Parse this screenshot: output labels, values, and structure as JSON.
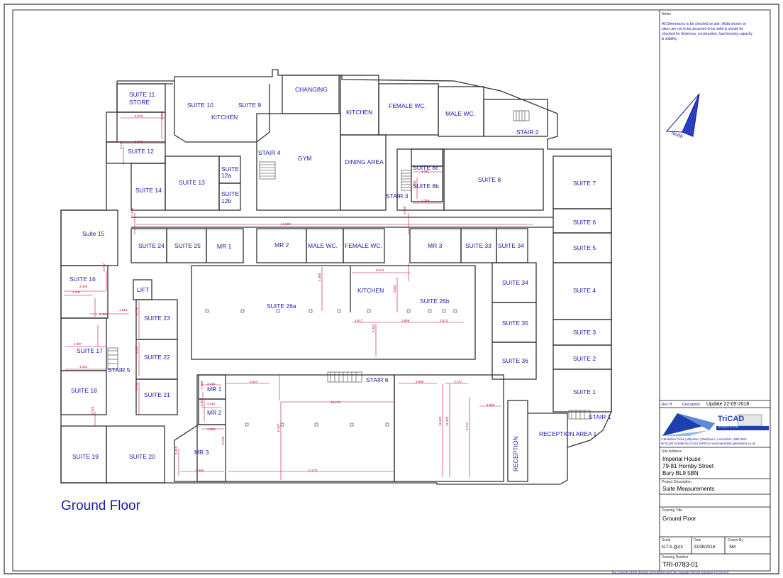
{
  "drawing": {
    "floor_label": "Ground Floor",
    "north_label": "North",
    "rooms": [
      {
        "id": "suite-11",
        "text": "SUITE 11"
      },
      {
        "id": "store",
        "text": "STORE"
      },
      {
        "id": "suite-10",
        "text": "SUITE 10"
      },
      {
        "id": "suite-9",
        "text": "SUITE 9"
      },
      {
        "id": "kitchen-a",
        "text": "KITCHEN"
      },
      {
        "id": "changing",
        "text": "CHANGING"
      },
      {
        "id": "kitchen-b",
        "text": "KITCHEN"
      },
      {
        "id": "female-wc-a",
        "text": "FEMALE WC."
      },
      {
        "id": "male-wc-a",
        "text": "MALE WC."
      },
      {
        "id": "stair-2",
        "text": "STAIR 2"
      },
      {
        "id": "suite-12",
        "text": "SUITE 12"
      },
      {
        "id": "stair-4",
        "text": "STAIR 4"
      },
      {
        "id": "gym",
        "text": "GYM"
      },
      {
        "id": "dining",
        "text": "DINING AREA"
      },
      {
        "id": "suite-8c",
        "text": "SUITE 8c"
      },
      {
        "id": "suite-8",
        "text": "SUITE 8"
      },
      {
        "id": "suite-12a-1",
        "text": "SUITE"
      },
      {
        "id": "suite-12a-2",
        "text": "12a"
      },
      {
        "id": "suite-13",
        "text": "SUITE 13"
      },
      {
        "id": "suite-14",
        "text": "SUITE 14"
      },
      {
        "id": "suite-8b",
        "text": "SUITE 8b"
      },
      {
        "id": "stair-3",
        "text": "STAIR 3"
      },
      {
        "id": "suite-12b-1",
        "text": "SUITE"
      },
      {
        "id": "suite-12b-2",
        "text": "12b"
      },
      {
        "id": "suite-7",
        "text": "SUITE 7"
      },
      {
        "id": "suite-15",
        "text": "Suite 15"
      },
      {
        "id": "suite-6",
        "text": "SUITE 6"
      },
      {
        "id": "suite-24",
        "text": "SUITE 24"
      },
      {
        "id": "suite-25",
        "text": "SUITE 25"
      },
      {
        "id": "mr-1",
        "text": "MR 1"
      },
      {
        "id": "mr-2",
        "text": "MR 2"
      },
      {
        "id": "male-wc-b",
        "text": "MALE WC."
      },
      {
        "id": "female-wc-b",
        "text": "FEMALE WC."
      },
      {
        "id": "mr-3-top",
        "text": "MR 3"
      },
      {
        "id": "suite-33",
        "text": "SUITE 33"
      },
      {
        "id": "suite-34-top",
        "text": "SUITE 34"
      },
      {
        "id": "suite-5",
        "text": "SUITE 5"
      },
      {
        "id": "suite-16",
        "text": "SUITE 16"
      },
      {
        "id": "suite-34",
        "text": "SUITE 34"
      },
      {
        "id": "lift",
        "text": "LIFT"
      },
      {
        "id": "kitchen-c",
        "text": "KITCHEN"
      },
      {
        "id": "suite-4",
        "text": "SUITE 4"
      },
      {
        "id": "suite-26b",
        "text": "SUITE 26b"
      },
      {
        "id": "suite-26a",
        "text": "SUITE 26a"
      },
      {
        "id": "suite-23",
        "text": "SUITE 23"
      },
      {
        "id": "suite-35",
        "text": "SUITE 35"
      },
      {
        "id": "suite-3",
        "text": "SUITE 3"
      },
      {
        "id": "suite-17",
        "text": "SUITE 17"
      },
      {
        "id": "suite-22",
        "text": "SUITE 22"
      },
      {
        "id": "suite-36",
        "text": "SUITE 36"
      },
      {
        "id": "suite-2",
        "text": "SUITE 2"
      },
      {
        "id": "stair-5",
        "text": "STAIR 5"
      },
      {
        "id": "stair-6",
        "text": "STAIR 6"
      },
      {
        "id": "suite-18",
        "text": "SUITE 18"
      },
      {
        "id": "mr-1b",
        "text": "MR 1"
      },
      {
        "id": "suite-21",
        "text": "SUITE 21"
      },
      {
        "id": "suite-1",
        "text": "SUITE 1"
      },
      {
        "id": "mr-2b",
        "text": "MR 2"
      },
      {
        "id": "stair-1",
        "text": "STAIR 1"
      },
      {
        "id": "reception-area-1",
        "text": "RECEPTION AREA 1"
      },
      {
        "id": "reception",
        "text": "RECEPTION"
      },
      {
        "id": "mr-3b",
        "text": "MR 3"
      },
      {
        "id": "suite-19",
        "text": "SUITE 19"
      },
      {
        "id": "suite-20",
        "text": "SUITE 20"
      }
    ],
    "dims": [
      {
        "id": "d1",
        "text": "5.070"
      },
      {
        "id": "d2",
        "text": "5.070"
      },
      {
        "id": "d3",
        "text": "2.592"
      },
      {
        "id": "d4",
        "text": "3.173"
      },
      {
        "id": "d5",
        "text": "14.800"
      },
      {
        "id": "d6",
        "text": "1.870"
      },
      {
        "id": "d7",
        "text": "3.351"
      },
      {
        "id": "d8",
        "text": "3.349"
      },
      {
        "id": "d9",
        "text": "1.736"
      },
      {
        "id": "d10",
        "text": "8.344"
      },
      {
        "id": "d11",
        "text": "1.850"
      },
      {
        "id": "d12",
        "text": "4.469"
      },
      {
        "id": "d13",
        "text": "3.201"
      },
      {
        "id": "d14",
        "text": "3.747"
      },
      {
        "id": "d15",
        "text": "2.481"
      },
      {
        "id": "d16",
        "text": "1.813"
      },
      {
        "id": "d17",
        "text": "4.960"
      },
      {
        "id": "d18",
        "text": "3.581"
      },
      {
        "id": "d19",
        "text": "2.617"
      },
      {
        "id": "d20",
        "text": "3.906"
      },
      {
        "id": "d21",
        "text": "3.613"
      },
      {
        "id": "d22",
        "text": "4.382"
      },
      {
        "id": "d23",
        "text": "2.997"
      },
      {
        "id": "d24",
        "text": "4.416"
      },
      {
        "id": "d25",
        "text": "1.325"
      },
      {
        "id": "d26",
        "text": "3.410"
      },
      {
        "id": "d27",
        "text": "2.000"
      },
      {
        "id": "d28",
        "text": "5.624"
      },
      {
        "id": "d29",
        "text": "3.410"
      },
      {
        "id": "d30",
        "text": "2.509"
      },
      {
        "id": "d31",
        "text": "3.360"
      },
      {
        "id": "d32",
        "text": "12.217"
      },
      {
        "id": "d33",
        "text": "6.427"
      },
      {
        "id": "d34",
        "text": "3.442"
      },
      {
        "id": "d35",
        "text": "5.735"
      },
      {
        "id": "d36",
        "text": "5.965"
      },
      {
        "id": "d37",
        "text": "17.671"
      },
      {
        "id": "d38",
        "text": "6.659"
      },
      {
        "id": "d39",
        "text": "2.737"
      },
      {
        "id": "d40",
        "text": "11.423"
      },
      {
        "id": "d41",
        "text": "11.423"
      },
      {
        "id": "d42",
        "text": "6.741"
      },
      {
        "id": "d43",
        "text": "4.855"
      },
      {
        "id": "d44",
        "text": "4.712"
      },
      {
        "id": "d45",
        "text": "4.257"
      },
      {
        "id": "d46",
        "text": "3.760"
      }
    ]
  },
  "title_block": {
    "notes_label": "Notes",
    "notes_text": [
      "All Dimensions to be checked on site. Walls shown on",
      "plans are not to be assumed to be solid & should be",
      "checked for thickness, construction, load bearing capacity",
      "& stability."
    ],
    "rev_label": "Rev. B",
    "description_label": "Description",
    "description_value": "Update 22-05-2018",
    "company_name": "TriCAD",
    "company_sub": "Solutions Ltd.",
    "company_address": "2 Berkshire Close | Wilpshire | Blackburn | Lancashire | BB1 9NG",
    "company_contact": "tel 01254 814869 fax 01254 208764 e-mail sales@tricadsolutions.co.uk",
    "site_address_label": "Site Address",
    "site_address": [
      "Imperial House",
      "79-81 Hornby Street",
      "Bury BL9 5BN"
    ],
    "project_label": "Project Description",
    "project_value": "Suite Measurements",
    "drawing_title_label": "Drawing Title",
    "drawing_title_value": "Ground Floor",
    "scale_label": "Scale",
    "scale_value": "N.T.S.@A3",
    "date_label": "Date",
    "date_value": "22/05/2018",
    "drawn_label": "Drawn By",
    "drawn_value": "SM",
    "drawing_number_label": "Drawing Number",
    "drawing_number_value": "TRI-0783-01",
    "copyright": "The contents of this drawing and entities used are copyright TriCAD Solutions Ltd 2010 ©"
  },
  "colors": {
    "label": "#1a1aa8",
    "dim": "#c0004a",
    "line": "#333333",
    "frame": "#000000"
  }
}
